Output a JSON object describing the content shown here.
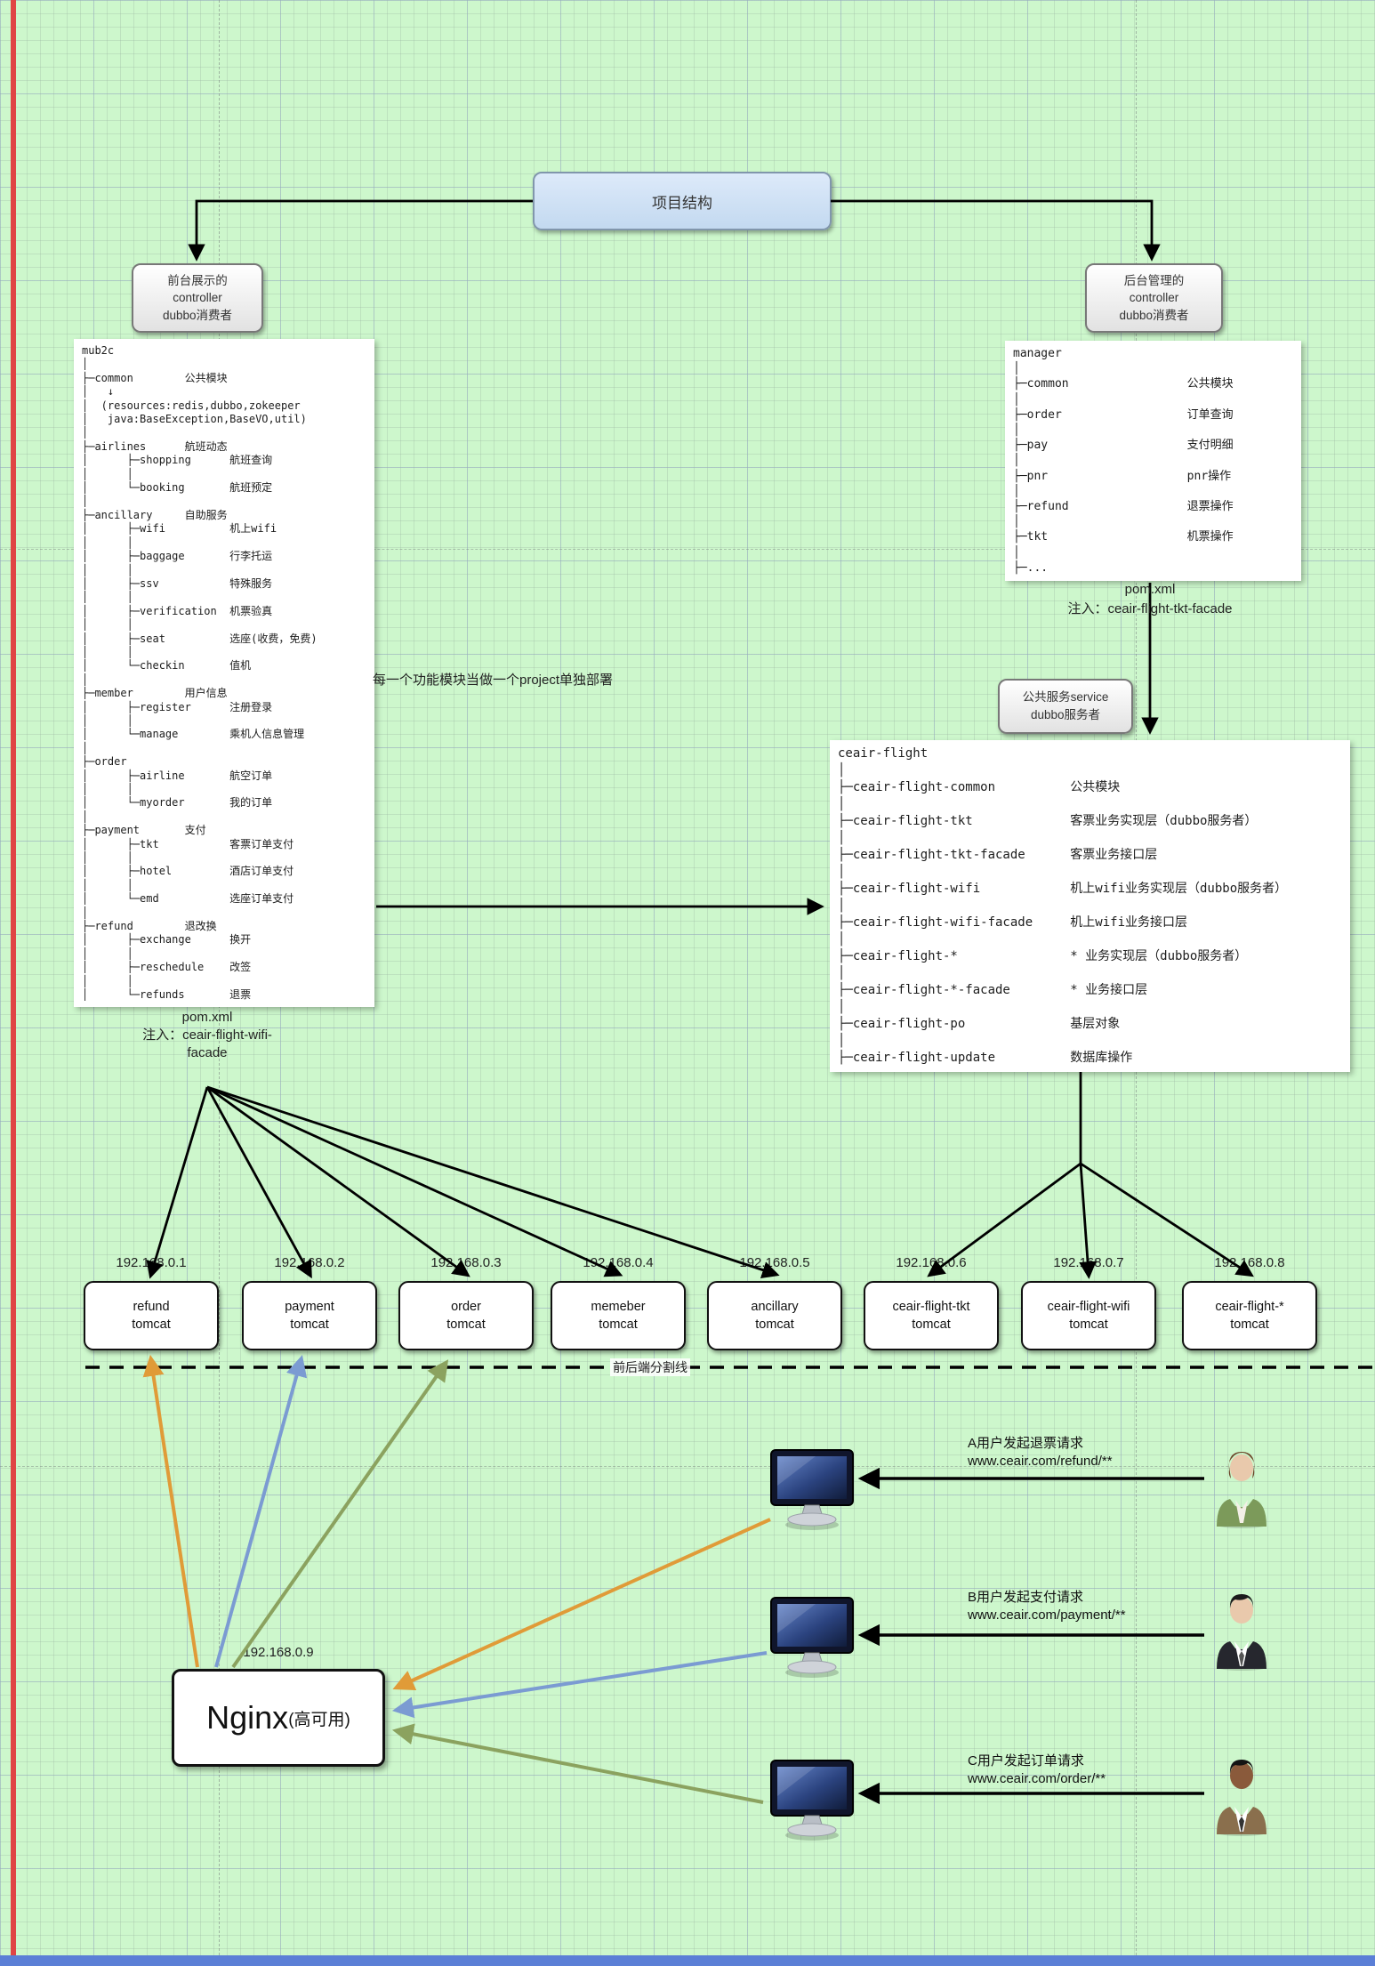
{
  "title": {
    "label": "项目结构"
  },
  "nodes": {
    "front_controller": "前台展示的\ncontroller\ndubbo消费者",
    "back_controller": "后台管理的\ncontroller\ndubbo消费者",
    "service_provider": "公共服务service\ndubbo服务者"
  },
  "notes": {
    "deploy": "每一个功能模块当做一个project单独部署",
    "mub2c_pom": "pom.xml\n注入：ceair-flight-wifi-\nfacade",
    "manager_pom": "pom.xml\n注入：ceair-flight-tkt-facade"
  },
  "divider": {
    "label": "前后端分割线"
  },
  "trees": {
    "mub2c": [
      "mub2c",
      "│",
      "├─common        公共模块",
      "│   ↓",
      "│  (resources:redis,dubbo,zokeeper",
      "│   java:BaseException,BaseVO,util)",
      "│",
      "├─airlines      航班动态",
      "│      ├─shopping      航班查询",
      "│      │",
      "│      └─booking       航班预定",
      "│",
      "├─ancillary     自助服务",
      "│      ├─wifi          机上wifi",
      "│      │",
      "│      ├─baggage       行李托运",
      "│      │",
      "│      ├─ssv           特殊服务",
      "│      │",
      "│      ├─verification  机票验真",
      "│      │",
      "│      ├─seat          选座(收费，免费)",
      "│      │",
      "│      └─checkin       值机",
      "│",
      "├─member        用户信息",
      "│      ├─register      注册登录",
      "│      │",
      "│      └─manage        乘机人信息管理",
      "│",
      "├─order",
      "│      ├─airline       航空订单",
      "│      │",
      "│      └─myorder       我的订单",
      "│",
      "├─payment       支付",
      "│      ├─tkt           客票订单支付",
      "│      │",
      "│      ├─hotel         酒店订单支付",
      "│      │",
      "│      └─emd           选座订单支付",
      "│",
      "├─refund        退改换",
      "│      ├─exchange      换开",
      "│      │",
      "│      ├─reschedule    改签",
      "│      │",
      "│      └─refunds       退票"
    ],
    "manager": [
      "manager",
      "│",
      "├─common                 公共模块",
      "│",
      "├─order                  订单查询",
      "│",
      "├─pay                    支付明细",
      "│",
      "├─pnr                    pnr操作",
      "│",
      "├─refund                 退票操作",
      "│",
      "├─tkt                    机票操作",
      "│",
      "├─..."
    ],
    "ceair_flight": [
      "ceair-flight",
      "│",
      "├─ceair-flight-common          公共模块",
      "│",
      "├─ceair-flight-tkt             客票业务实现层（dubbo服务者）",
      "│",
      "├─ceair-flight-tkt-facade      客票业务接口层",
      "│",
      "├─ceair-flight-wifi            机上wifi业务实现层（dubbo服务者）",
      "│",
      "├─ceair-flight-wifi-facade     机上wifi业务接口层",
      "│",
      "├─ceair-flight-*               * 业务实现层（dubbo服务者）",
      "│",
      "├─ceair-flight-*-facade        * 业务接口层",
      "│",
      "├─ceair-flight-po              基层对象",
      "│",
      "├─ceair-flight-update          数据库操作"
    ]
  },
  "tomcats": [
    {
      "ip": "192.168.0.1",
      "name": "refund",
      "runtime": "tomcat"
    },
    {
      "ip": "192.168.0.2",
      "name": "payment",
      "runtime": "tomcat"
    },
    {
      "ip": "192.168.0.3",
      "name": "order",
      "runtime": "tomcat"
    },
    {
      "ip": "192.168.0.4",
      "name": "memeber",
      "runtime": "tomcat"
    },
    {
      "ip": "192.168.0.5",
      "name": "ancillary",
      "runtime": "tomcat"
    },
    {
      "ip": "192.168.0.6",
      "name": "ceair-flight-tkt",
      "runtime": "tomcat"
    },
    {
      "ip": "192.168.0.7",
      "name": "ceair-flight-wifi",
      "runtime": "tomcat"
    },
    {
      "ip": "192.168.0.8",
      "name": "ceair-flight-*",
      "runtime": "tomcat"
    }
  ],
  "nginx": {
    "ip": "192.168.0.9",
    "name": "Nginx",
    "suffix": "(高可用)"
  },
  "requests": [
    {
      "user": "A用户发起退票请求",
      "url": "www.ceair.com/refund/**"
    },
    {
      "user": "B用户发起支付请求",
      "url": "www.ceair.com/payment/**"
    },
    {
      "user": "C用户发起订单请求",
      "url": "www.ceair.com/order/**"
    }
  ],
  "colors": {
    "background": "#cdf7cc",
    "title_fill": "#cfe2f3",
    "arrow_black": "#000000",
    "arrow_orange": "#e09b38",
    "arrow_blue": "#7b9bd2",
    "arrow_green": "#8ba25f",
    "person_a_jacket": "#7c9a5a",
    "person_b_suit": "#26272e",
    "person_c_suit": "#8a6f4d"
  }
}
